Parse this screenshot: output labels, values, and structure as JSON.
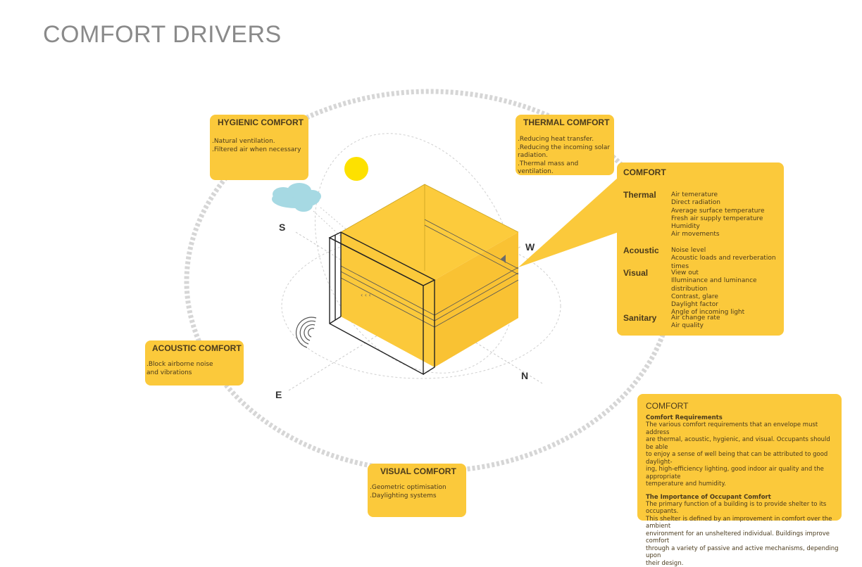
{
  "page_title": "COMFORT DRIVERS",
  "colors": {
    "yellow": "#fbc93b",
    "cube_front": "#fbc93b",
    "cube_top": "#fccb3c",
    "dots": "#d6d6d6",
    "sun": "#fde100",
    "cloud": "#a6d9e3"
  },
  "compass": {
    "south": "S",
    "west": "W",
    "north": "N",
    "east": "E"
  },
  "icons": [
    "sun-icon",
    "cloud-icon",
    "sound-waves-icon",
    "compass-arrow-icon"
  ],
  "hygienic": {
    "title": "HYGIENIC COMFORT",
    "items": [
      ".Natural ventilation.",
      ".Filtered air when necessary"
    ]
  },
  "thermal": {
    "title": "THERMAL COMFORT",
    "items": [
      ".Reducing heat transfer.",
      ".Reducing the incoming solar",
      "radiation.",
      ".Thermal mass and ventilation."
    ]
  },
  "acoustic": {
    "title": "ACOUSTIC COMFORT",
    "items": [
      ".Block airborne noise",
      "and vibrations"
    ]
  },
  "visual": {
    "title": "VISUAL COMFORT",
    "items": [
      ".Geometric optimisation",
      ".Daylighting systems"
    ]
  },
  "comfort_table": {
    "title": "COMFORT",
    "categories": [
      {
        "name": "Thermal",
        "items": [
          "Air temerature",
          "Direct radiation",
          "Average surface temperature",
          "Fresh air supply temperature",
          "Humidity",
          "Air movements"
        ]
      },
      {
        "name": "Acoustic",
        "items": [
          "Noise level",
          "Acoustic loads and reverberation times"
        ]
      },
      {
        "name": "Visual",
        "items": [
          "View out",
          "Illuminance and luminance distribution",
          "Contrast, glare",
          "Daylight factor",
          "Angle of incoming light"
        ]
      },
      {
        "name": "Sanitary",
        "items": [
          "Air change rate",
          "Air quality"
        ]
      }
    ]
  },
  "info": {
    "title": "COMFORT",
    "sections": [
      {
        "heading": "Comfort Requirements",
        "lines": [
          "The various comfort requirements that an envelope must address",
          "are thermal, acoustic, hygienic, and visual. Occupants should be able",
          "to enjoy a sense of well being that can be attributed to good daylight-",
          "ing, high-efficiency lighting, good indoor air quality and the appropriate",
          "temperature and humidity."
        ]
      },
      {
        "heading": "The Importance of Occupant Comfort",
        "lines": [
          "The primary function of a building is to provide shelter to its occupants.",
          "This shelter is defined by an improvement in comfort over the ambient",
          "environment for an unsheltered individual. Buildings improve comfort",
          "through a variety of passive and active mechanisms, depending upon",
          "their design."
        ]
      }
    ]
  }
}
